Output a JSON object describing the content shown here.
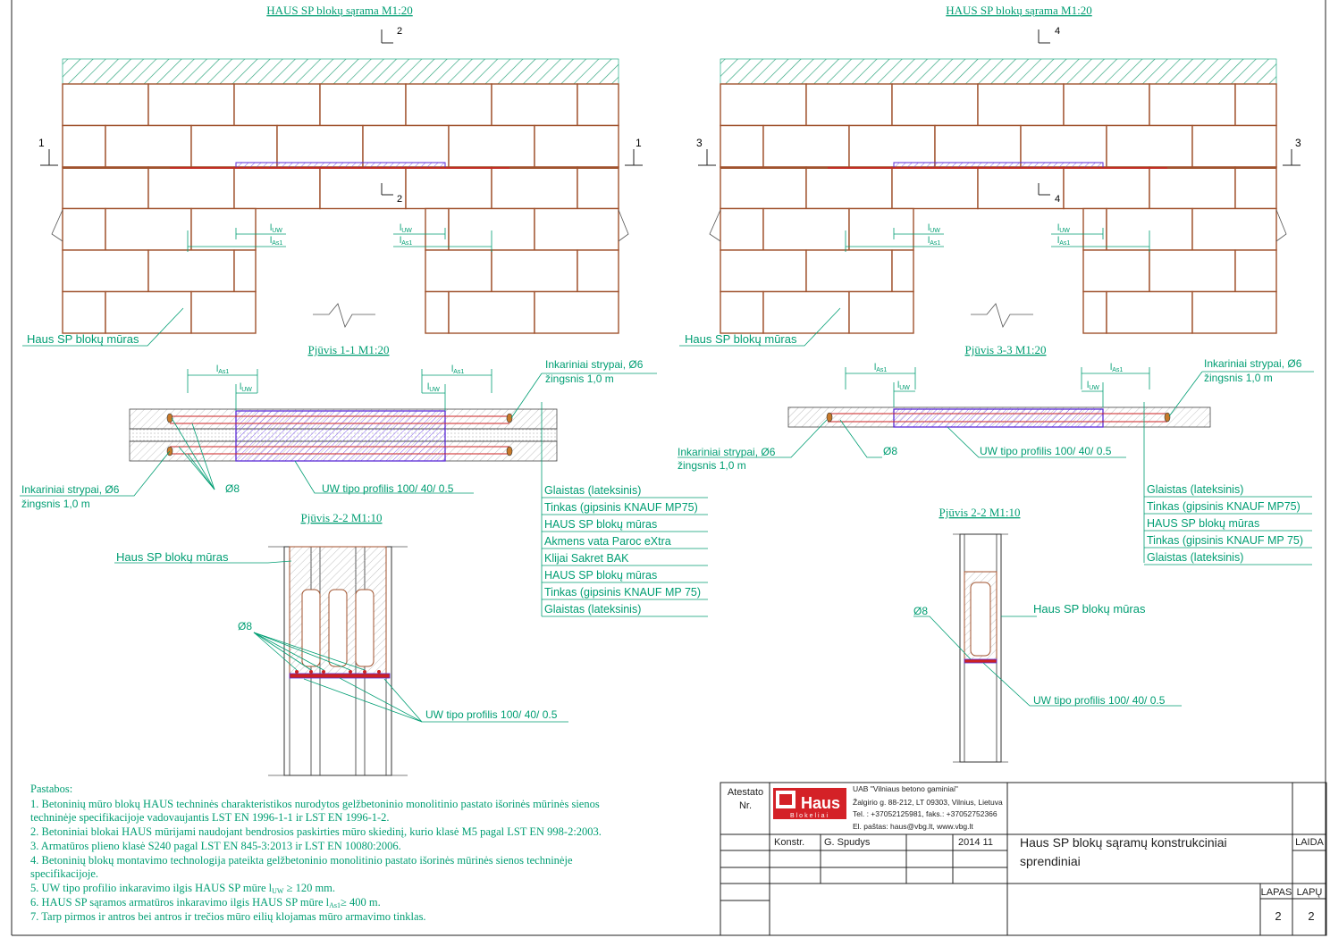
{
  "titles": {
    "elev_left": "HAUS SP blokų sąrama M1:20",
    "elev_right": "HAUS SP blokų sąrama M1:20",
    "sec11": "Pjūvis 1-1 M1:20",
    "sec33": "Pjūvis 3-3 M1:20",
    "sec22_left": "Pjūvis 2-2 M1:10",
    "sec22_right": "Pjūvis 2-2 M1:10"
  },
  "marks": {
    "cut1": "1",
    "cut2": "2",
    "cut3": "3",
    "cut4": "4",
    "l_uw": "l",
    "l_uw_sub": "UW",
    "l_as": "l",
    "l_as_sub": "As1"
  },
  "labels": {
    "masonry": "Haus SP blokų mūras",
    "anchor_bars": "Inkariniai strypai, Ø6",
    "anchor_step": "žingsnis 1,0 m",
    "d8": "Ø8",
    "uw_profile": "UW tipo profilis 100/ 40/ 0.5"
  },
  "layers_left": [
    "Glaistas (lateksinis)",
    "Tinkas (gipsinis KNAUF MP75)",
    "HAUS SP blokų mūras",
    "Akmens vata Paroc eXtra",
    "Klijai Sakret BAK",
    "HAUS SP blokų mūras",
    "Tinkas (gipsinis KNAUF MP 75)",
    "Glaistas (lateksinis)"
  ],
  "layers_right": [
    "Glaistas (lateksinis)",
    "Tinkas (gipsinis KNAUF MP75)",
    "HAUS SP blokų mūras",
    "Tinkas (gipsinis KNAUF MP 75)",
    "Glaistas (lateksinis)"
  ],
  "notes": {
    "heading": "Pastabos:",
    "items": [
      "1. Betoninių mūro blokų HAUS techninės charakteristikos nurodytos gelžbetoninio monolitinio pastato išorinės mūrinės sienos",
      "techninėje specifikacijoje vadovaujantis LST EN 1996-1-1 ir LST EN 1996-1-2.",
      "2. Betoniniai blokai HAUS mūrijami naudojant bendrosios paskirties mūro skiedinį, kurio klasė M5 pagal LST EN 998-2:2003.",
      "3. Armatūros plieno klasė S240 pagal LST EN 845-3:2013 ir LST EN 10080:2006.",
      "4. Betoninių blokų montavimo technologija pateikta gelžbetoninio monolitinio pastato išorinės mūrinės sienos techninėje",
      "specifikacijoje.",
      "5. UW tipo profilio inkaravimo ilgis HAUS SP mūre l",
      "6. HAUS SP sąramos armatūros inkaravimo ilgis HAUS SP mūre l",
      "7. Tarp pirmos ir antros bei antros ir trečios mūro eilių klojamas mūro armavimo tinklas."
    ],
    "n5_sub": "UW",
    "n5_tail": " ≥ 120 mm.",
    "n6_sub": "As1",
    "n6_tail": "≥ 400 m."
  },
  "title_block": {
    "atestato": "Atestato",
    "nr": "Nr.",
    "logo_main": "Haus",
    "logo_sub": "Blokeliai",
    "company": "UAB \"Vilniaus betono gaminiai\"",
    "address": "Žalgirio g. 88-212, LT 09303, Vilnius, Lietuva",
    "phone": "Tel. : +37052125981, faks.: +37052752366",
    "email": "El. paštas: haus@vbg.lt, www.vbg.lt",
    "konstr": "Konstr.",
    "name": "G. Spudys",
    "date": "2014 11",
    "title1": "Haus SP blokų sąramų konstrukciniai",
    "title2": "sprendiniai",
    "laida": "LAIDA",
    "lapas": "LAPAS",
    "lapu": "LAPŲ",
    "lapas_val": "2",
    "lapu_val": "2"
  },
  "colors": {
    "line": "#009e73",
    "brick": "#a0522d",
    "profile": "#5b2bd6",
    "rebar": "#cc2222",
    "frame": "#222222"
  }
}
